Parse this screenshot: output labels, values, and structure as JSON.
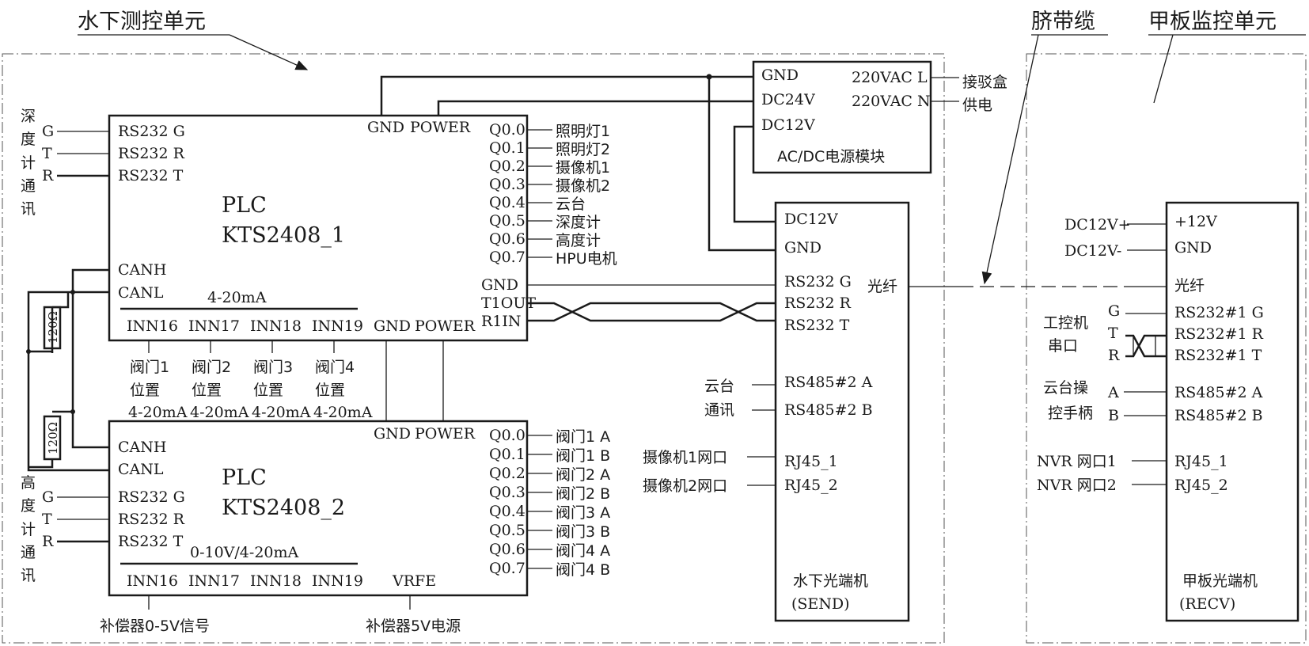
{
  "regions": {
    "underwater_title": "水下测控单元",
    "umbilical_title": "脐带缆",
    "deck_title": "甲板监控单元"
  },
  "power_module": {
    "label": "AC/DC电源模块",
    "pins_left": [
      "GND",
      "DC24V",
      "DC12V"
    ],
    "pins_right": [
      "220VAC L",
      "220VAC N"
    ],
    "ext": [
      "接驳盒",
      "供电"
    ]
  },
  "plc1": {
    "name": "PLC",
    "model": "KTS2408_1",
    "left_pins": [
      "RS232 G",
      "RS232 R",
      "RS232 T",
      "CANH",
      "CANL"
    ],
    "top_pins": [
      "GND",
      "POWER"
    ],
    "outputs": [
      "Q0.0",
      "Q0.1",
      "Q0.2",
      "Q0.3",
      "Q0.4",
      "Q0.5",
      "Q0.6",
      "Q0.7"
    ],
    "output_labels": [
      "照明灯1",
      "照明灯2",
      "摄像机1",
      "摄像机2",
      "云台",
      "深度计",
      "高度计",
      "HPU电机"
    ],
    "right_pins": [
      "GND",
      "T1OUT",
      "R1IN"
    ],
    "analog_label": "4-20mA",
    "inputs": [
      "INN16",
      "INN17",
      "INN18",
      "INN19"
    ],
    "bottom_pins": [
      "GND",
      "POWER"
    ],
    "input_labels": [
      [
        "阀门1",
        "位置",
        "4-20mA"
      ],
      [
        "阀门2",
        "位置",
        "4-20mA"
      ],
      [
        "阀门3",
        "位置",
        "4-20mA"
      ],
      [
        "阀门4",
        "位置",
        "4-20mA"
      ]
    ]
  },
  "plc2": {
    "name": "PLC",
    "model": "KTS2408_2",
    "left_pins": [
      "CANH",
      "CANL",
      "RS232 G",
      "RS232 R",
      "RS232 T"
    ],
    "top_pins": [
      "GND",
      "POWER"
    ],
    "outputs": [
      "Q0.0",
      "Q0.1",
      "Q0.2",
      "Q0.3",
      "Q0.4",
      "Q0.5",
      "Q0.6",
      "Q0.7"
    ],
    "output_labels": [
      "阀门1 A",
      "阀门1 B",
      "阀门2 A",
      "阀门2 B",
      "阀门3 A",
      "阀门3 B",
      "阀门4 A",
      "阀门4 B"
    ],
    "analog_label": "0-10V/4-20mA",
    "inputs": [
      "INN16",
      "INN17",
      "INN18",
      "INN19",
      "VRFE"
    ],
    "bottom_labels": [
      "补偿器0-5V信号",
      "补偿器5V电源"
    ]
  },
  "depth_meter": {
    "chars": [
      "深",
      "度",
      "计",
      "通",
      "讯"
    ],
    "pins": [
      "G",
      "T",
      "R"
    ]
  },
  "height_meter": {
    "chars": [
      "高",
      "度",
      "计",
      "通",
      "讯"
    ],
    "pins": [
      "G",
      "T",
      "R"
    ]
  },
  "resistors": [
    "120Ω",
    "120Ω"
  ],
  "send": {
    "pins": [
      "DC12V",
      "GND",
      "RS232 G",
      "RS232 R",
      "RS232 T",
      "RS485#2 A",
      "RS485#2 B",
      "RJ45_1",
      "RJ45_2"
    ],
    "fiber": "光纤",
    "name": "水下光端机",
    "mode": "(SEND)",
    "ext_ptz": [
      "云台",
      "通讯"
    ],
    "ext_cam": [
      "摄像机1网口",
      "摄像机2网口"
    ]
  },
  "recv": {
    "pins": [
      "+12V",
      "GND",
      "光纤",
      "RS232#1 G",
      "RS232#1 R",
      "RS232#1 T",
      "RS485#2 A",
      "RS485#2 B",
      "RJ45_1",
      "RJ45_2"
    ],
    "name": "甲板光端机",
    "mode": "(RECV)",
    "power": [
      "DC12V+",
      "DC12V-"
    ],
    "ipc": [
      "工控机",
      "串口"
    ],
    "ipc_pins": [
      "G",
      "T",
      "R"
    ],
    "ptz": [
      "云台操",
      "控手柄"
    ],
    "ptz_pins": [
      "A",
      "B"
    ],
    "nvr": [
      "NVR 网口1",
      "NVR 网口2"
    ]
  }
}
